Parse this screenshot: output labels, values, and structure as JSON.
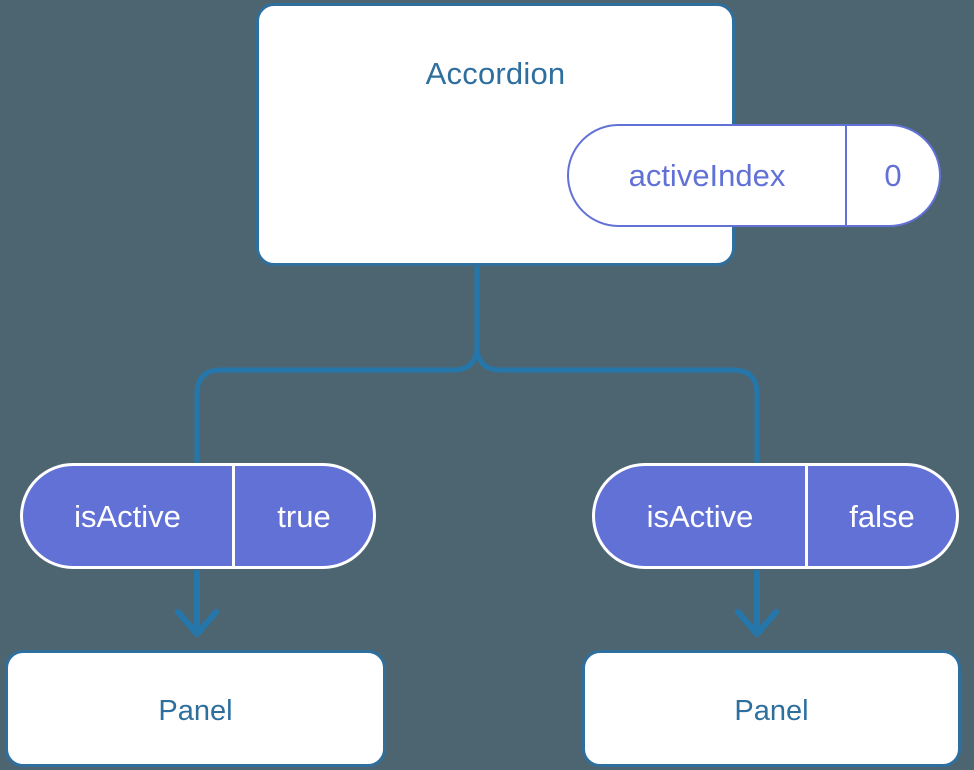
{
  "theme": {
    "background": "#4c6570",
    "card_background": "#ffffff",
    "card_border": "#2e6f9e",
    "title_color": "#2e6f9e",
    "prop_accent": "#6271d6",
    "prop_text_on_fill": "#ffffff",
    "connector_color": "#2577ab"
  },
  "diagram": {
    "type": "component-tree",
    "root": {
      "title": "Accordion",
      "prop": {
        "key": "activeIndex",
        "value": "0"
      }
    },
    "branches": [
      {
        "prop": {
          "key": "isActive",
          "value": "true"
        },
        "child": {
          "title": "Panel"
        }
      },
      {
        "prop": {
          "key": "isActive",
          "value": "false"
        },
        "child": {
          "title": "Panel"
        }
      }
    ]
  }
}
